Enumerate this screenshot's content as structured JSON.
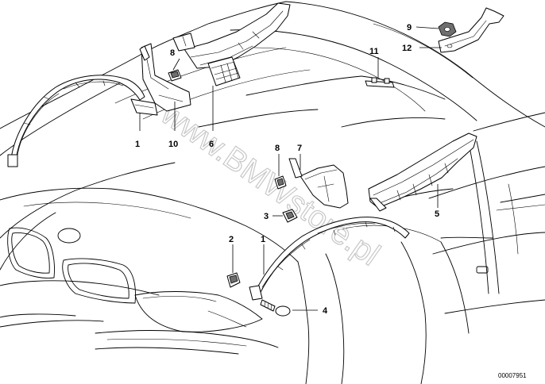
{
  "watermark": "www.BMWstore.pl",
  "reference_code": "00007951",
  "callouts": {
    "c1a": "1",
    "c10": "10",
    "c6": "6",
    "c8a": "8",
    "c11": "11",
    "c9": "9",
    "c12": "12",
    "c8b": "8",
    "c7": "7",
    "c3": "3",
    "c5": "5",
    "c2": "2",
    "c1b": "1",
    "c4": "4"
  }
}
